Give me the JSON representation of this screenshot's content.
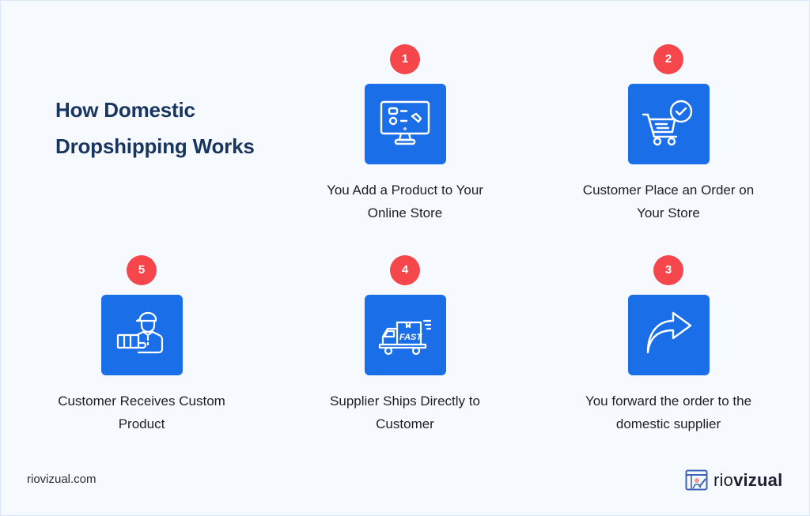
{
  "title": {
    "line1": "How Domestic",
    "line2": "Dropshipping Works"
  },
  "colors": {
    "background": "#f6f9fd",
    "title": "#17355e",
    "card": "#1a6ee8",
    "badge": "#f5474b",
    "text": "#1e1f24"
  },
  "steps": [
    {
      "number": "1",
      "icon": "monitor-icon",
      "line1": "You Add a Product to Your",
      "line2": "Online Store"
    },
    {
      "number": "2",
      "icon": "cart-check-icon",
      "line1": "Customer Place an Order on",
      "line2": "Your Store"
    },
    {
      "number": "3",
      "icon": "forward-arrow-icon",
      "line1": "You forward the order to the",
      "line2": "domestic supplier"
    },
    {
      "number": "4",
      "icon": "fast-truck-icon",
      "line1": "Supplier Ships Directly to",
      "line2": "Customer"
    },
    {
      "number": "5",
      "icon": "delivery-person-icon",
      "line1": "Customer Receives Custom",
      "line2": "Product"
    }
  ],
  "footer": {
    "url": "riovizual.com",
    "logo_prefix": "rio",
    "logo_suffix": "vizual"
  }
}
